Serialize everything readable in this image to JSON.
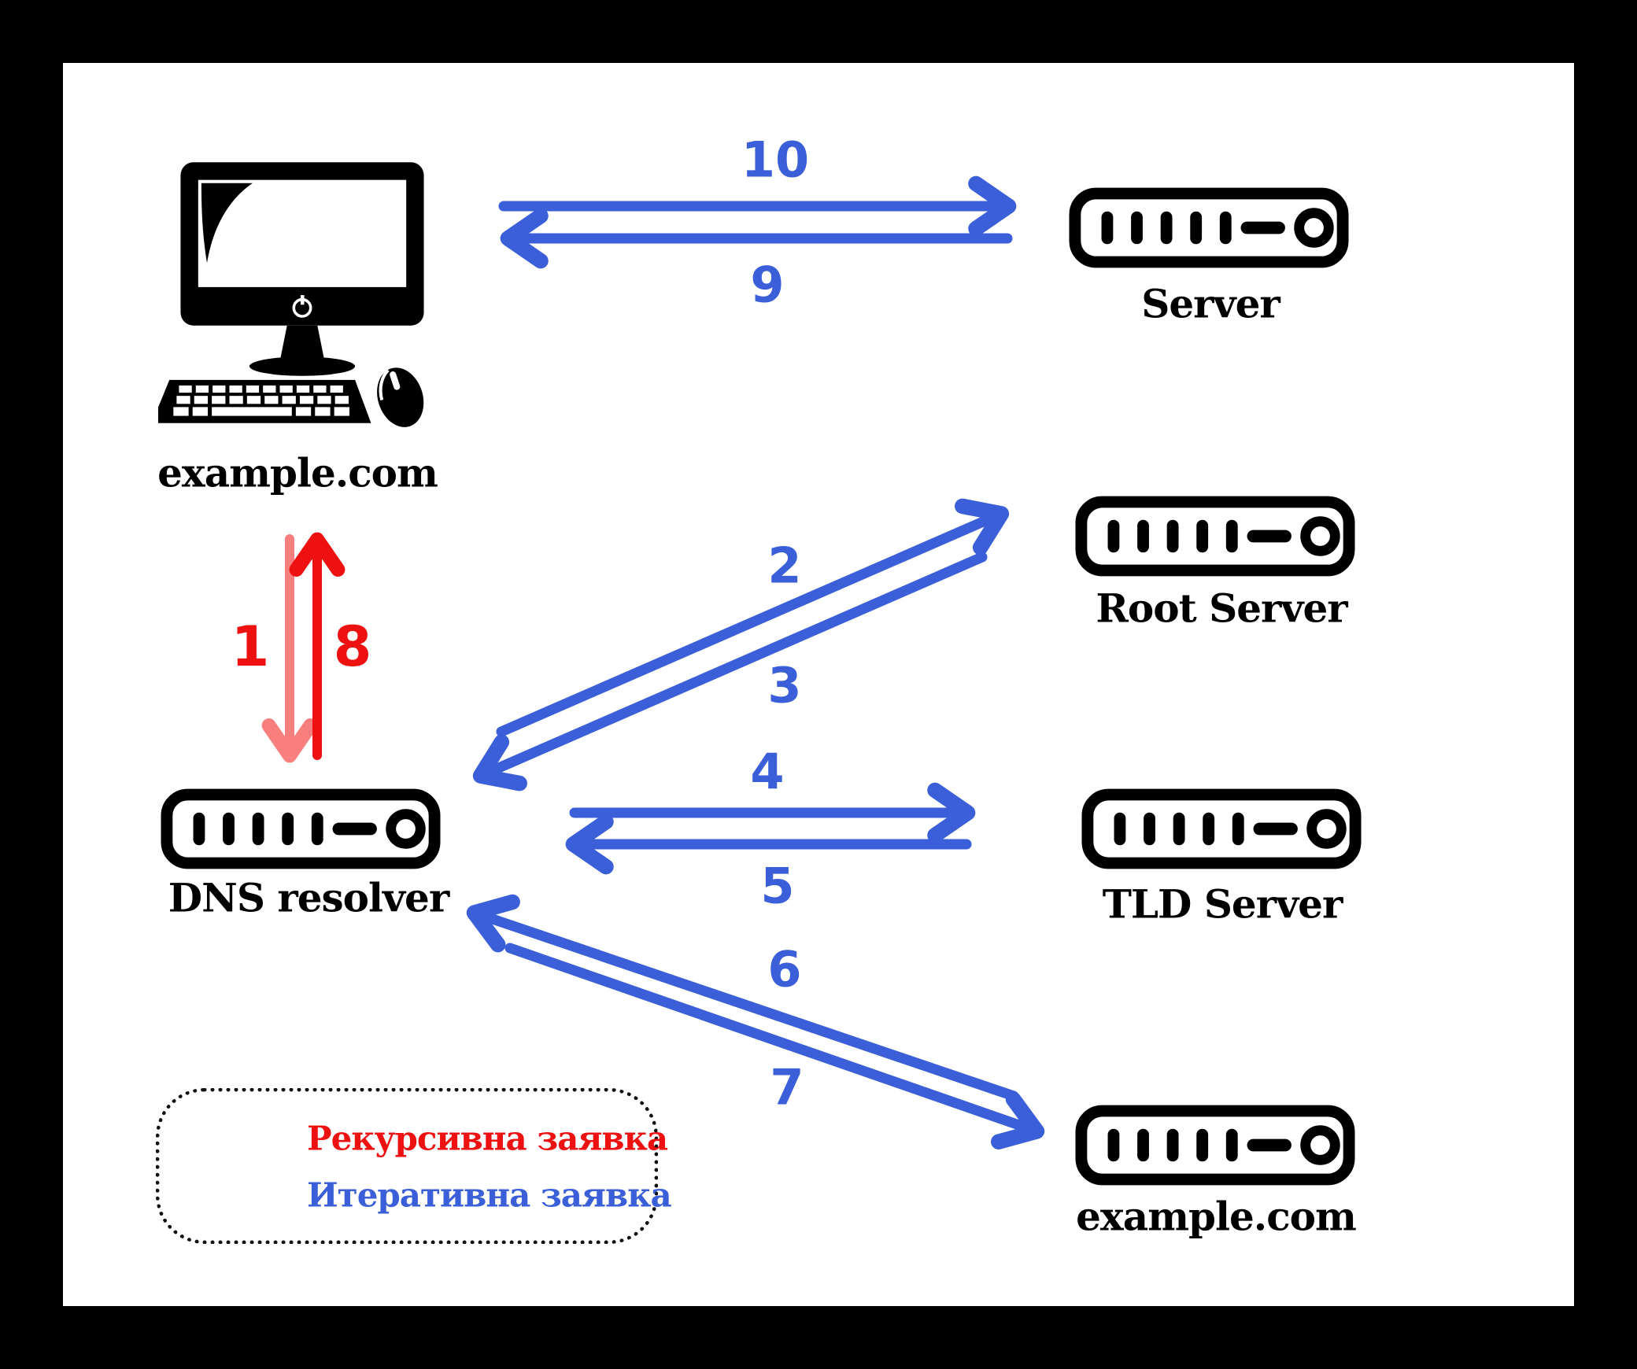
{
  "palette": {
    "iterative_blue": "#3a5fd8",
    "recursive_red": "#ee1111",
    "recursive_red_light": "#f97e7e",
    "icon_black": "#000000",
    "panel_white": "#ffffff",
    "frame_black": "#000000"
  },
  "nodes": {
    "client": {
      "label": "example.com"
    },
    "web_server": {
      "label": "Server"
    },
    "root_server": {
      "label": "Root Server"
    },
    "tld_server": {
      "label": "TLD Server"
    },
    "auth_server": {
      "label": "example.com"
    },
    "resolver": {
      "label": "DNS resolver"
    }
  },
  "steps": [
    {
      "num": "1",
      "from": "example.com client",
      "to": "DNS resolver",
      "type": "recursive"
    },
    {
      "num": "2",
      "from": "DNS resolver",
      "to": "Root Server",
      "type": "iterative"
    },
    {
      "num": "3",
      "from": "Root Server",
      "to": "DNS resolver",
      "type": "iterative"
    },
    {
      "num": "4",
      "from": "DNS resolver",
      "to": "TLD Server",
      "type": "iterative"
    },
    {
      "num": "5",
      "from": "TLD Server",
      "to": "DNS resolver",
      "type": "iterative"
    },
    {
      "num": "6",
      "from": "example.com name server",
      "to": "DNS resolver",
      "type": "iterative"
    },
    {
      "num": "7",
      "from": "DNS resolver",
      "to": "example.com name server",
      "type": "iterative"
    },
    {
      "num": "8",
      "from": "DNS resolver",
      "to": "example.com client",
      "type": "recursive"
    },
    {
      "num": "9",
      "from": "Server",
      "to": "example.com client",
      "type": "iterative"
    },
    {
      "num": "10",
      "from": "example.com client",
      "to": "Server",
      "type": "iterative"
    }
  ],
  "legend": {
    "recursive_label": "Рекурсивна заявка",
    "iterative_label": "Итеративна заявка"
  }
}
